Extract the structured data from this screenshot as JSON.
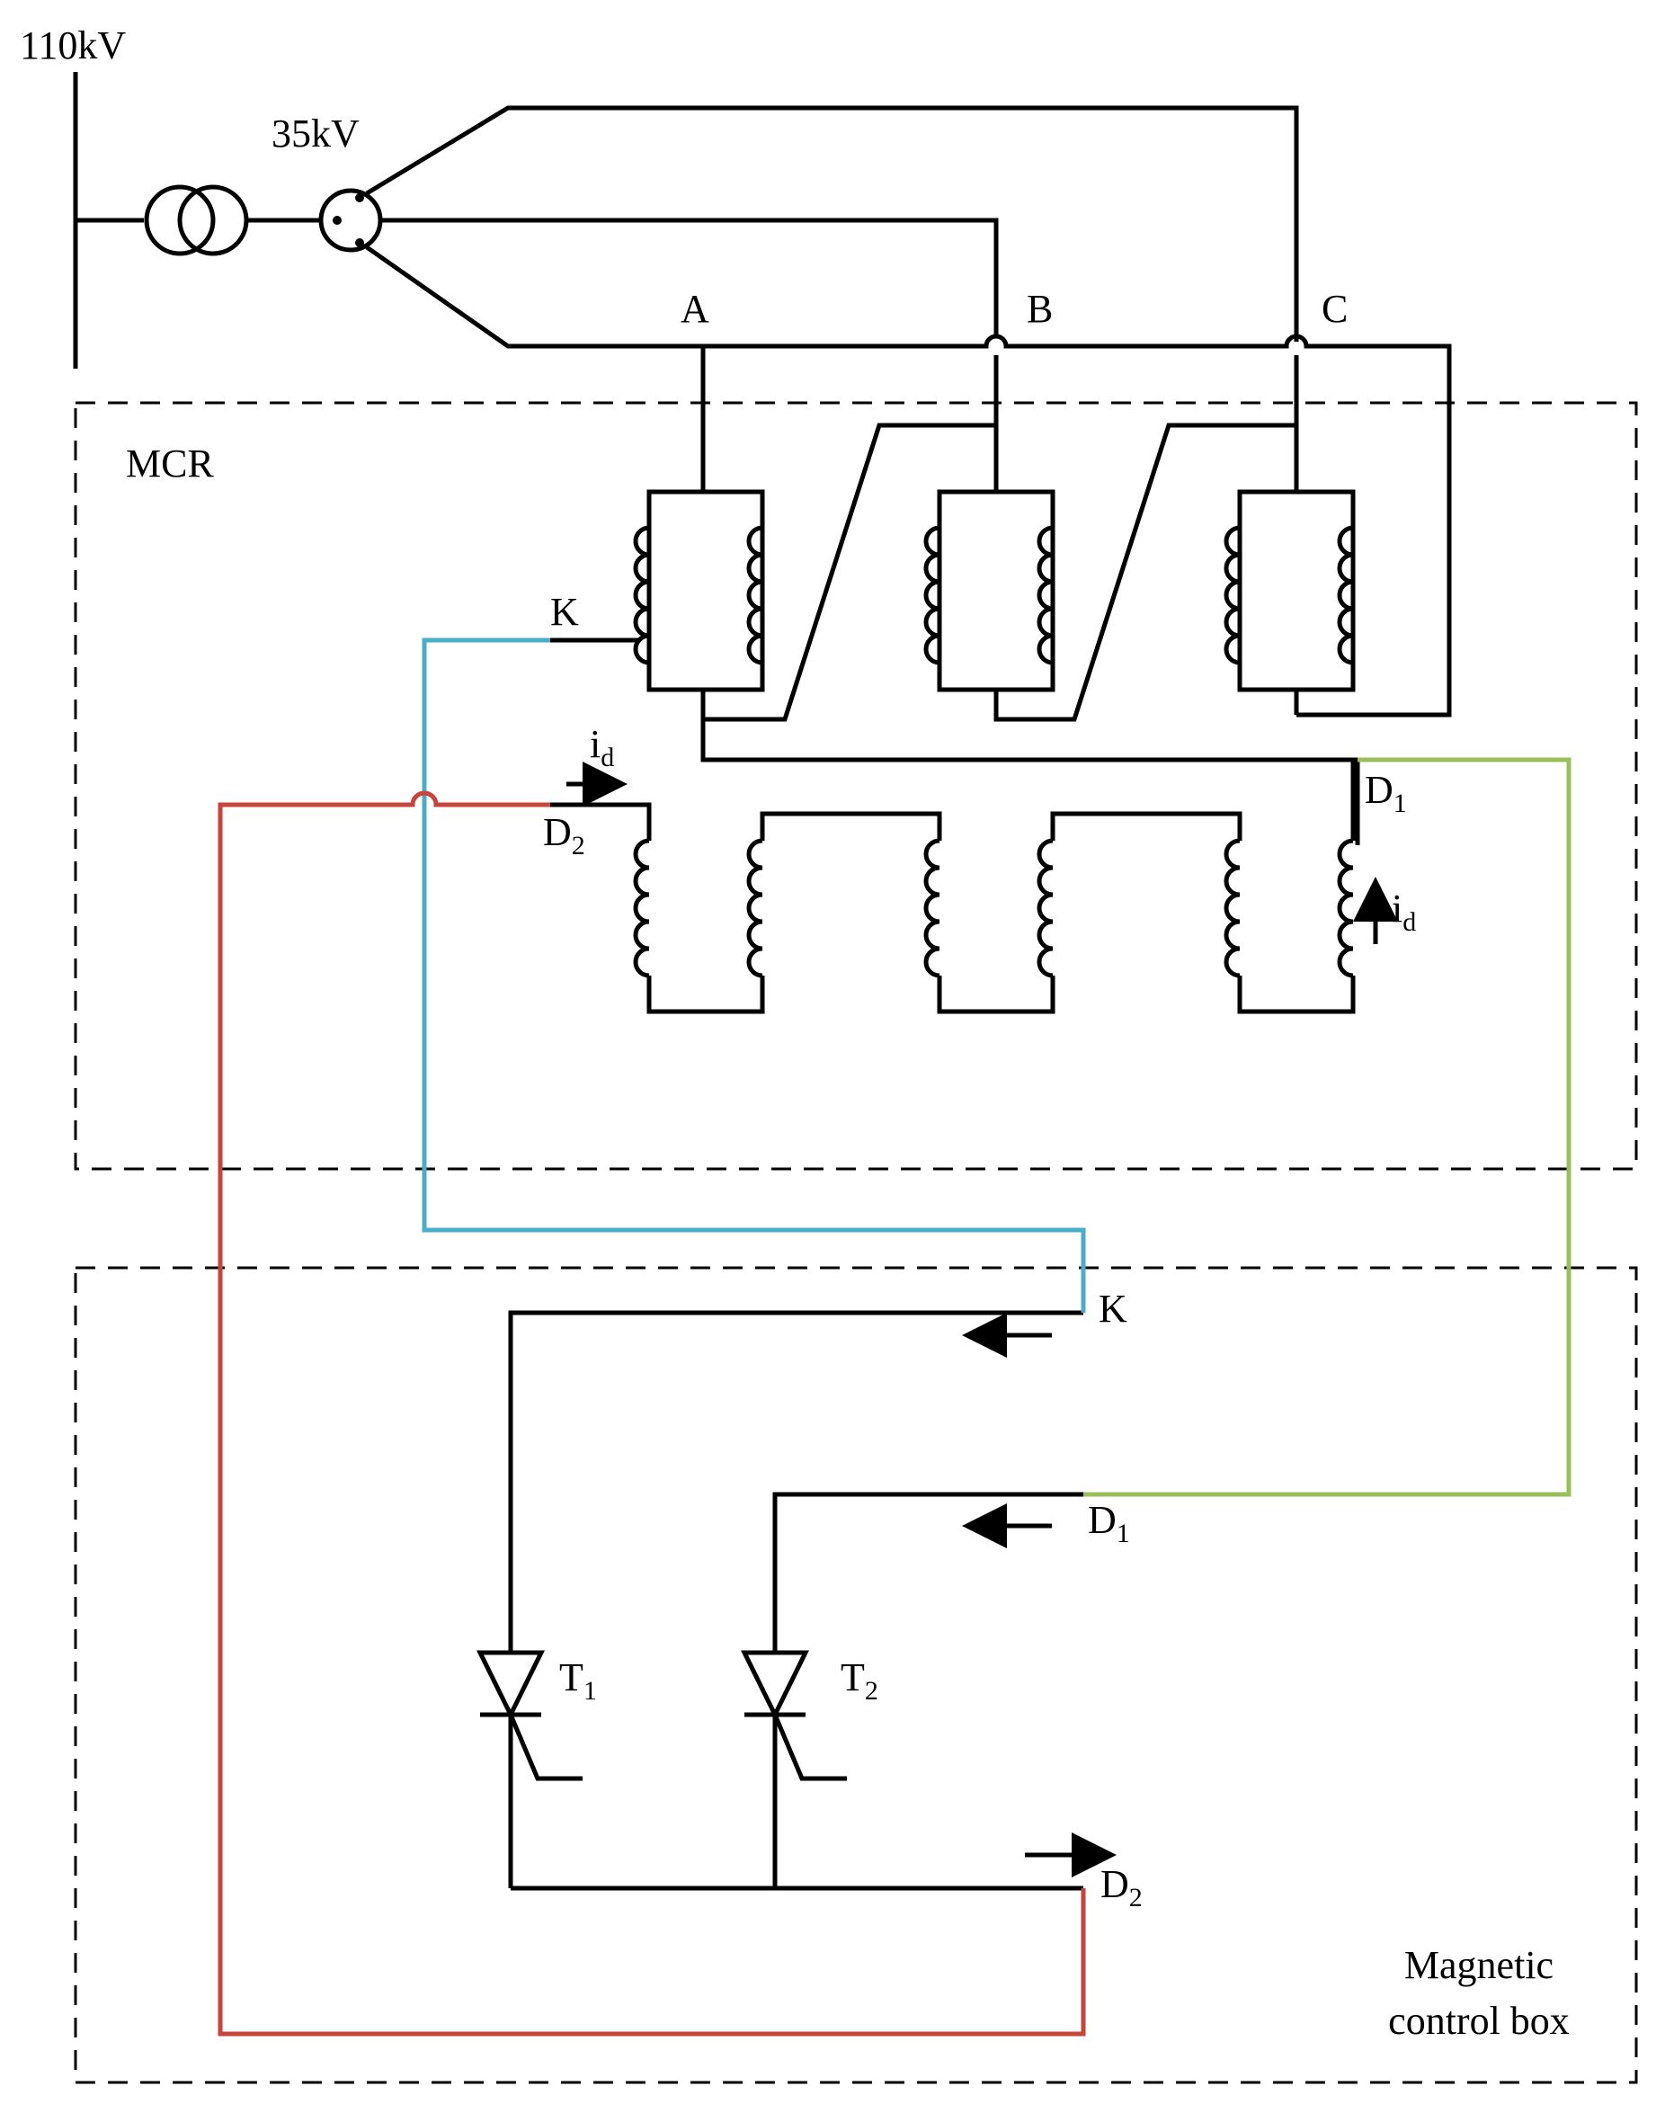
{
  "labels": {
    "bus_voltage": "110kV",
    "secondary_voltage": "35kV",
    "phase_a": "A",
    "phase_b": "B",
    "phase_c": "C",
    "mcr": "MCR",
    "k_top": "K",
    "d1_top": "D",
    "d1_top_sub": "1",
    "d2_top": "D",
    "d2_top_sub": "2",
    "id_top": "i",
    "id_top_sub": "d",
    "id_right": "i",
    "id_right_sub": "d",
    "k_bottom": "K",
    "d1_bottom": "D",
    "d1_bottom_sub": "1",
    "d2_bottom": "D",
    "d2_bottom_sub": "2",
    "t1": "T",
    "t1_sub": "1",
    "t2": "T",
    "t2_sub": "2",
    "box_line1": "Magnetic",
    "box_line2": "control box"
  },
  "colors": {
    "k_wire": "#4aaec9",
    "d2_wire": "#c8453b",
    "d1_wire": "#9bbf58",
    "black": "#000000"
  }
}
